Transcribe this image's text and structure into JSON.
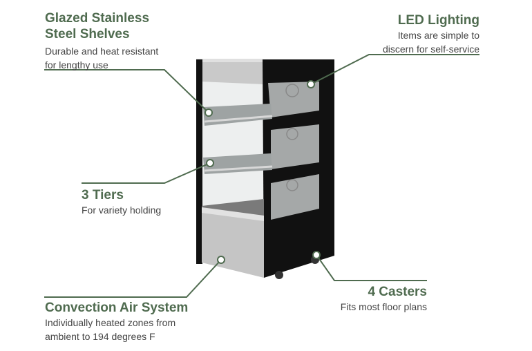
{
  "colors": {
    "accent": "#4f6b4f",
    "title": "#4f6b4f",
    "text": "#444444",
    "cabinet_black": "#111111",
    "stainless": "#c9c9c9"
  },
  "callouts": {
    "shelves": {
      "title_line1": "Glazed Stainless",
      "title_line2": "Steel Shelves",
      "desc_line1": "Durable and heat resistant",
      "desc_line2": "for lengthy use"
    },
    "led": {
      "title": "LED Lighting",
      "desc_line1": "Items are simple to",
      "desc_line2": "discern for self-service"
    },
    "tiers": {
      "title": "3 Tiers",
      "desc": "For variety holding"
    },
    "convection": {
      "title": "Convection Air System",
      "desc_line1": "Individually heated zones from",
      "desc_line2": "ambient to 194 degrees F"
    },
    "casters": {
      "title": "4 Casters",
      "desc": "Fits most floor plans"
    }
  }
}
